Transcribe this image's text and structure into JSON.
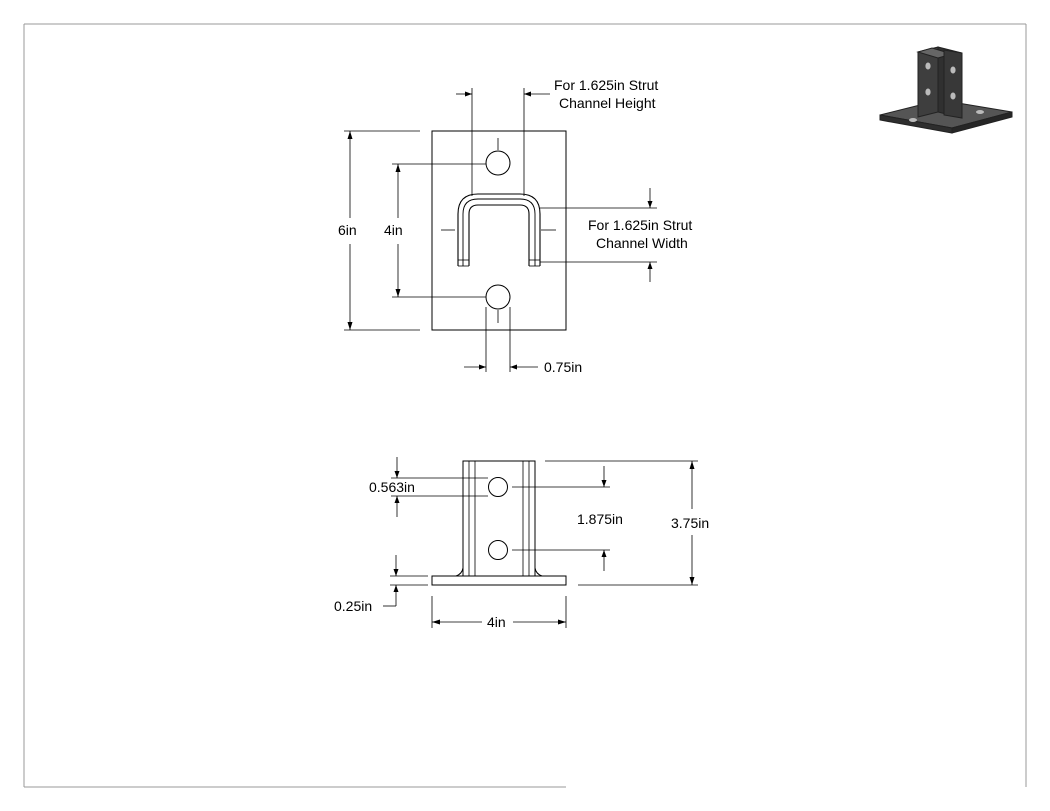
{
  "top_view": {
    "strut_height_callout": [
      "For 1.625in Strut",
      "Channel Height"
    ],
    "strut_width_callout": [
      "For 1.625in Strut",
      "Channel Width"
    ],
    "plate_height_dim": "6in",
    "hole_spacing_dim": "4in",
    "hole_diameter_dim": "0.75in"
  },
  "front_view": {
    "hole_offset_dim": "0.563in",
    "hole_pitch_dim": "1.875in",
    "overall_height_dim": "3.75in",
    "plate_thickness_dim": "0.25in",
    "plate_width_dim": "4in"
  },
  "thumbnail": {
    "icon": "post-base-3d-icon",
    "fill": "#3a3a3a"
  }
}
